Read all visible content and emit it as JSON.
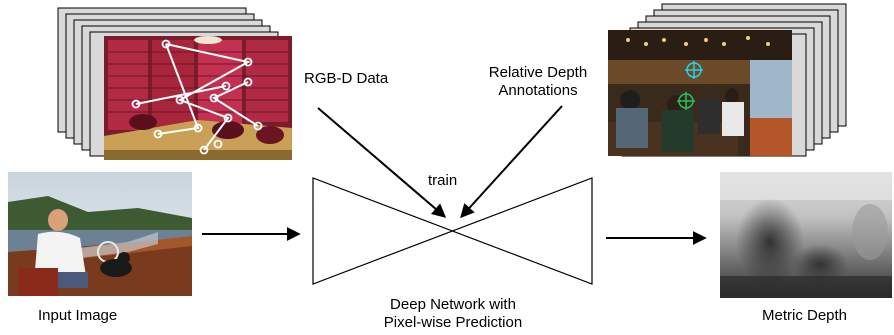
{
  "labels": {
    "rgbd": "RGB-D Data",
    "relative_line1": "Relative Depth",
    "relative_line2": "Annotations",
    "train": "train",
    "input": "Input Image",
    "network_line1": "Deep Network with",
    "network_line2": "Pixel-wise Prediction",
    "output": "Metric Depth"
  },
  "colors": {
    "stack_fill": "#d9d9d9",
    "stack_border": "#000000",
    "marker_green": "#22c55e",
    "marker_cyan": "#22d3ee",
    "point_white": "#ffffff"
  },
  "icons": {
    "rgbd_stack": "image-stack-icon",
    "relative_stack": "image-stack-icon",
    "input_photo": "photo-icon",
    "depth_map": "depth-map-icon",
    "network": "encoder-decoder-icon"
  }
}
